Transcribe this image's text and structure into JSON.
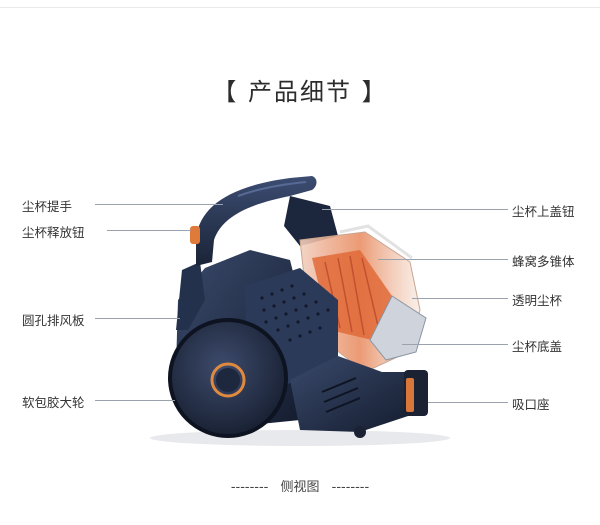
{
  "title": "【 产品细节 】",
  "labels_left": [
    "尘杯提手",
    "尘杯释放钮",
    "圆孔排风板",
    "软包胶大轮"
  ],
  "labels_right": [
    "尘杯上盖钮",
    "蜂窝多锥体",
    "透明尘杯",
    "尘杯底盖",
    "吸口座"
  ],
  "caption": {
    "dashes_left": "--------",
    "text": "侧视图",
    "dashes_right": "--------"
  },
  "colors": {
    "body": "#1f2b45",
    "accent": "#e07a3a",
    "copper": "#d9773a",
    "leader": "#9aa3ad"
  }
}
